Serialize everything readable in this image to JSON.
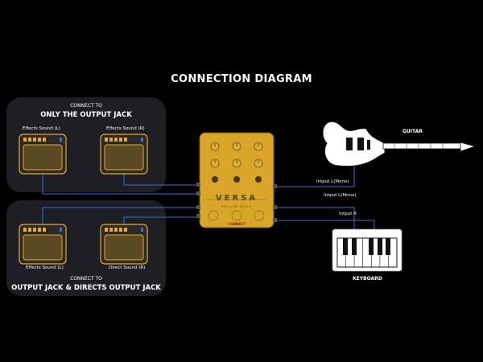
{
  "title": "CONNECTION DIAGRAM",
  "top_panel": {
    "line1": "CONNECT TO",
    "line2": "ONLY THE OUTPUT JACK",
    "amp_left_label": "Effects Sound (L)",
    "amp_right_label": "Effects Sound (R)"
  },
  "bottom_panel": {
    "line1": "CONNECT TO",
    "line2": "OUTPUT JACK & DIRECTS OUTPUT JACK",
    "amp_left_label": "Effects Sound (L)",
    "amp_right_label": "Direct Sound (R)"
  },
  "pedal": {
    "name": "VERSA",
    "subtitle": "YELLOW FALLS",
    "footswitch_label": "CONNECT",
    "color": "#d9a62a"
  },
  "guitar": {
    "label": "GUITAR"
  },
  "keyboard": {
    "label": "KEYBOARD"
  },
  "cables": {
    "guitar_in": "Intput L(Mono)",
    "keyboard_l": "Intput L(Mono)",
    "keyboard_r": "Intput R"
  },
  "colors": {
    "cable": "#3a6fd8",
    "panel": "#1d1f24",
    "amp_body": "#e8a92e"
  }
}
